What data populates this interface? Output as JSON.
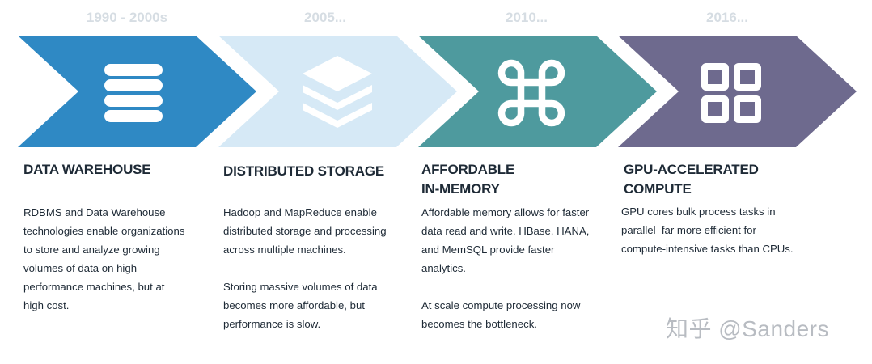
{
  "stages": [
    {
      "era": "1990 - 2000s",
      "icon": "database-icon",
      "color": "#2f89c4",
      "title_lines": [
        "DATA WAREHOUSE"
      ],
      "paragraphs": [
        [
          "RDBMS and Data Warehouse",
          "technologies enable organizations",
          "to store and analyze growing",
          "volumes of data on high",
          "performance machines, but at",
          "high cost."
        ]
      ]
    },
    {
      "era": "2005...",
      "icon": "layers-icon",
      "color": "#d6e9f6",
      "title_lines": [
        "DISTRIBUTED STORAGE"
      ],
      "paragraphs": [
        [
          "Hadoop and MapReduce enable",
          "distributed storage and processing",
          "across multiple machines."
        ],
        [
          "Storing massive volumes of data",
          "becomes more affordable, but",
          "performance is slow."
        ]
      ]
    },
    {
      "era": "2010...",
      "icon": "command-icon",
      "color": "#4e9a9e",
      "title_lines": [
        "AFFORDABLE",
        "IN-MEMORY"
      ],
      "paragraphs": [
        [
          "Affordable memory allows for faster",
          "data read and write. HBase, HANA,",
          "and MemSQL provide faster",
          "analytics."
        ],
        [
          "At scale compute processing now",
          "becomes the bottleneck."
        ]
      ]
    },
    {
      "era": "2016...",
      "icon": "grid-icon",
      "color": "#6e6a8e",
      "title_lines": [
        "GPU-ACCELERATED",
        "COMPUTE"
      ],
      "paragraphs": [
        [
          "GPU cores bulk process tasks in",
          "parallel–far more efficient for",
          "compute-intensive tasks than CPUs."
        ]
      ]
    }
  ],
  "watermark": "知乎 @Sanders"
}
